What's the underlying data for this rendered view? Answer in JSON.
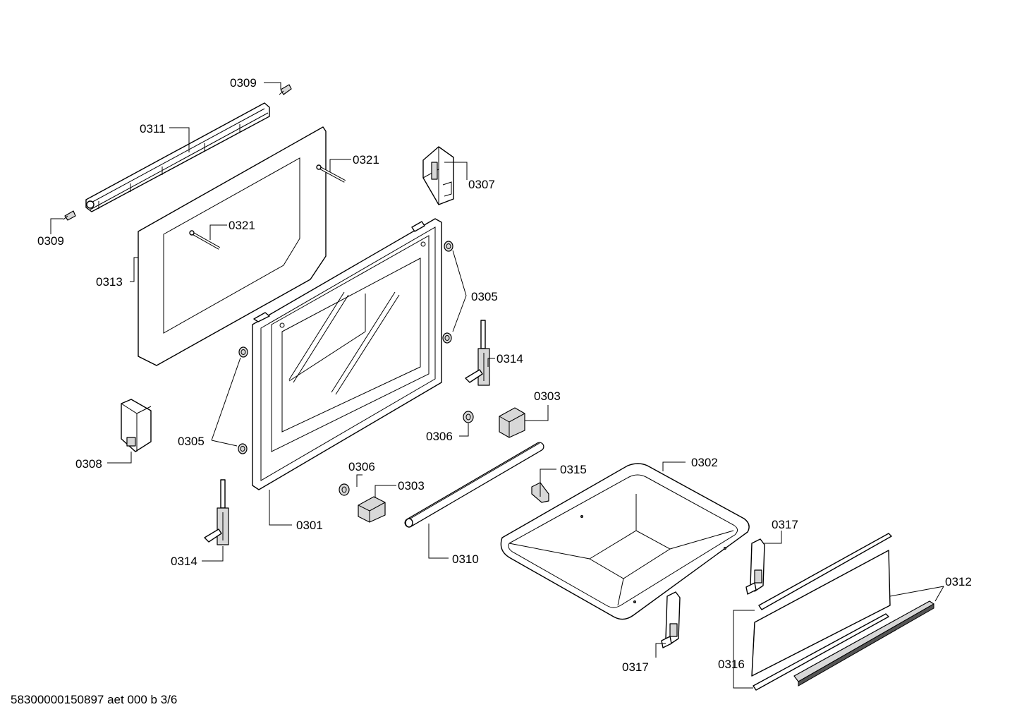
{
  "diagram": {
    "labels": {
      "l0309a": "0309",
      "l0311": "0311",
      "l0321a": "0321",
      "l0307": "0307",
      "l0309b": "0309",
      "l0321b": "0321",
      "l0313": "0313",
      "l0305a": "0305",
      "l0314a": "0314",
      "l0303a": "0303",
      "l0306a": "0306",
      "l0305b": "0305",
      "l0308": "0308",
      "l0306b": "0306",
      "l0303b": "0303",
      "l0315": "0315",
      "l0302": "0302",
      "l0301": "0301",
      "l0310": "0310",
      "l0314b": "0314",
      "l0317a": "0317",
      "l0312": "0312",
      "l0316": "0316",
      "l0317b": "0317"
    },
    "footer": "58300000150897 aet 000 b 3/6"
  }
}
